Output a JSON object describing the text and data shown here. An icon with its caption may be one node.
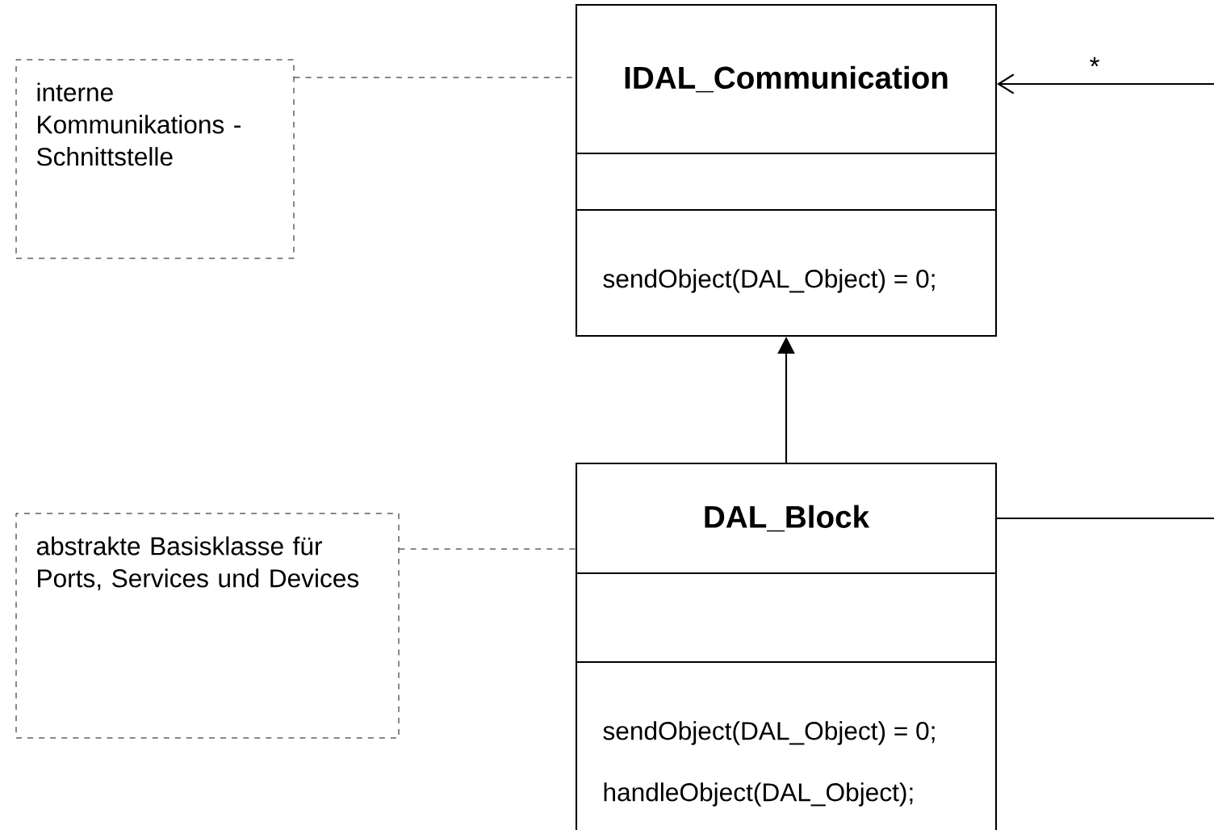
{
  "diagram": {
    "nodes": [
      {
        "text": [
          "interne Kommunikations - Schnittstelle"
        ]
      },
      {
        "text": [
          "IDAL_Communication",
          "sendObject(DAL_Object) = 0;"
        ]
      },
      {
        "text": [
          "abstrakte Basisklasse für Ports, Services und Devices"
        ]
      },
      {
        "text": [
          "DAL_Block",
          "sendObject(DAL_Object) = 0;",
          "handleObject(DAL_Object);"
        ]
      }
    ],
    "edges": [
      {
        "from": 0,
        "to": 1,
        "arrow": "none",
        "style": "dashed"
      },
      {
        "from": 2,
        "to": 3,
        "arrow": "none",
        "style": "dashed"
      },
      {
        "from": 3,
        "to": 1,
        "arrow": "to"
      },
      {
        "from": null,
        "to": 1,
        "arrow": "to",
        "label": "*"
      },
      {
        "from": 3,
        "to": null,
        "arrow": "none"
      }
    ]
  }
}
